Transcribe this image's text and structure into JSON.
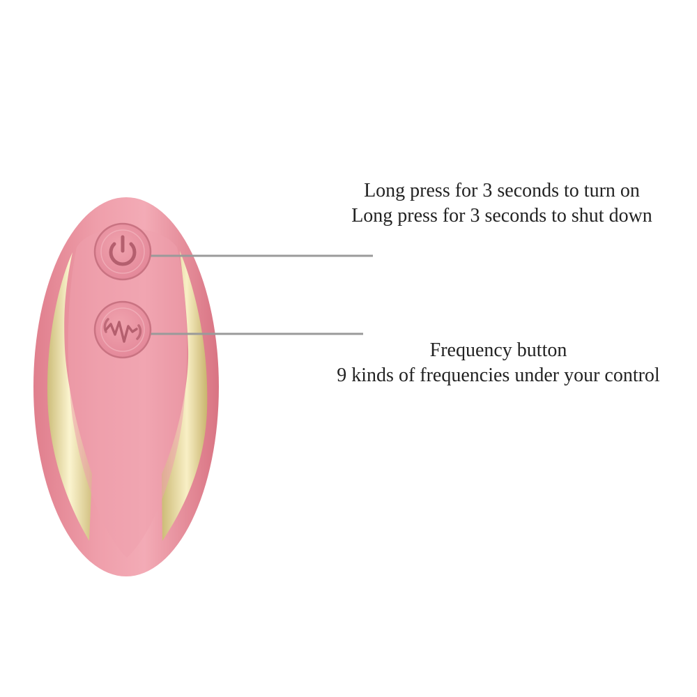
{
  "annotations": {
    "power": {
      "line1": "Long press for 3 seconds to turn on",
      "line2": "Long press for 3 seconds to shut down"
    },
    "frequency": {
      "line1": "Frequency button",
      "line2": "9 kinds of frequencies under your control"
    }
  },
  "device": {
    "buttons": [
      {
        "icon": "power-icon"
      },
      {
        "icon": "frequency-wave-icon"
      }
    ]
  },
  "colors": {
    "body": "#e8949f",
    "gold": "#e6d9a3",
    "leader": "#9a9a9a"
  }
}
